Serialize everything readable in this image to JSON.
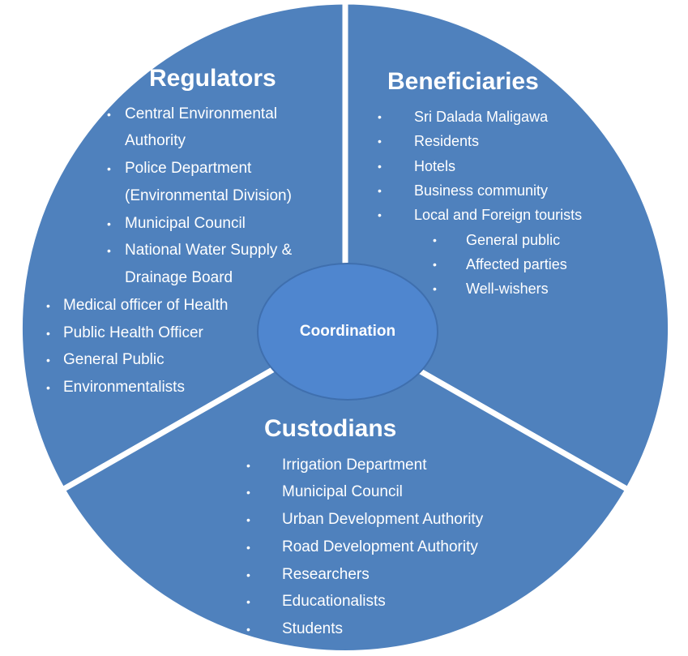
{
  "regulators": {
    "title": "Regulators",
    "items": [
      [
        "Central Environmental",
        "Authority"
      ],
      [
        "Police Department",
        "(Environmental Division)"
      ],
      [
        "Municipal Council"
      ],
      [
        "National Water Supply &",
        "Drainage Board"
      ],
      [
        "Medical officer of Health"
      ],
      [
        "Public Health Officer"
      ],
      [
        "General Public"
      ],
      [
        "Environmentalists"
      ]
    ]
  },
  "beneficiaries": {
    "title": "Beneficiaries",
    "items": [
      "Sri Dalada Maligawa",
      "Residents",
      "Hotels",
      "Business community",
      "Local and Foreign tourists"
    ],
    "subitems": [
      "General public",
      "Affected parties",
      "Well-wishers"
    ]
  },
  "custodians": {
    "title": "Custodians",
    "items": [
      "Irrigation Department",
      "Municipal Council",
      "Urban Development Authority",
      "Road Development Authority",
      "Researchers",
      "Educationalists",
      "Students"
    ]
  },
  "center": {
    "label": "Coordination"
  },
  "colors": {
    "sector": "#4f81bd",
    "hub": "#4f86cf",
    "divider": "#ffffff",
    "text": "#ffffff"
  }
}
